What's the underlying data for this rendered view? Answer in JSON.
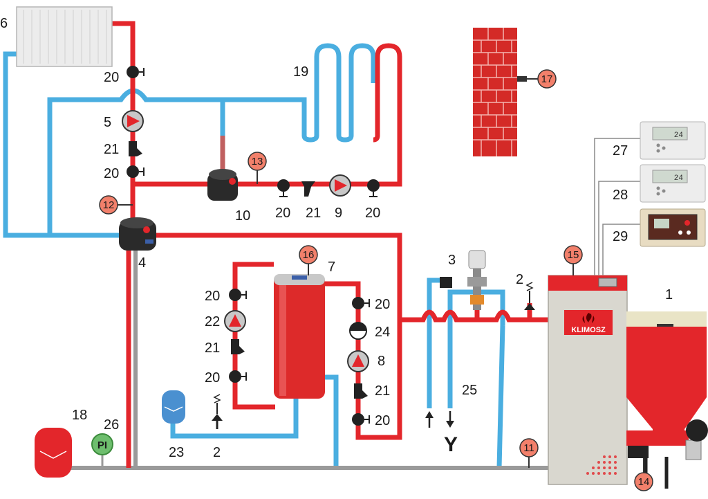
{
  "colors": {
    "hot": "#e3262b",
    "cold": "#4aaee0",
    "grey": "#9a9a9a",
    "sensor": "#f2806b",
    "valve": "#222222",
    "brick": "#d42a27",
    "boiler_body": "#d9d7cf",
    "hopper": "#e3262b",
    "pi": "#6ebe6e"
  },
  "diagram": {
    "labels": {
      "boiler": "1",
      "safety_valve_boiler": "2",
      "safety_valve_tank": "2",
      "thermostatic_valve": "3",
      "mixing_valve_main": "4",
      "pump_radiator": "5",
      "radiator": "6",
      "water_tank": "7",
      "pump_tank": "8",
      "pump_floor": "9",
      "mixing_valve_floor": "10",
      "sensor_return": "11",
      "sensor_radiator": "12",
      "sensor_floor": "13",
      "sensor_feeder": "14",
      "sensor_boiler": "15",
      "sensor_tank": "16",
      "sensor_outdoor": "17",
      "expansion_vessel_main": "18",
      "floor_heating": "19",
      "ball_valve_1": "20",
      "ball_valve_2": "20",
      "ball_valve_3": "20",
      "ball_valve_4": "20",
      "ball_valve_5": "20",
      "ball_valve_6": "20",
      "ball_valve_7": "20",
      "ball_valve_8": "20",
      "filter_1": "21",
      "filter_2": "21",
      "filter_3": "21",
      "filter_4": "21",
      "pump_circ": "22",
      "expansion_vessel_tank": "23",
      "check_valve": "24",
      "cooling_coil": "25",
      "pressure_gauge": "26",
      "room_controller_1": "27",
      "room_controller_2": "28",
      "controller_module": "29"
    },
    "pressure_gauge_text": "PI",
    "cooling_outlet_symbol": "Y",
    "boiler_brand": "KLIMOSZ",
    "room_controller_display": "24"
  }
}
